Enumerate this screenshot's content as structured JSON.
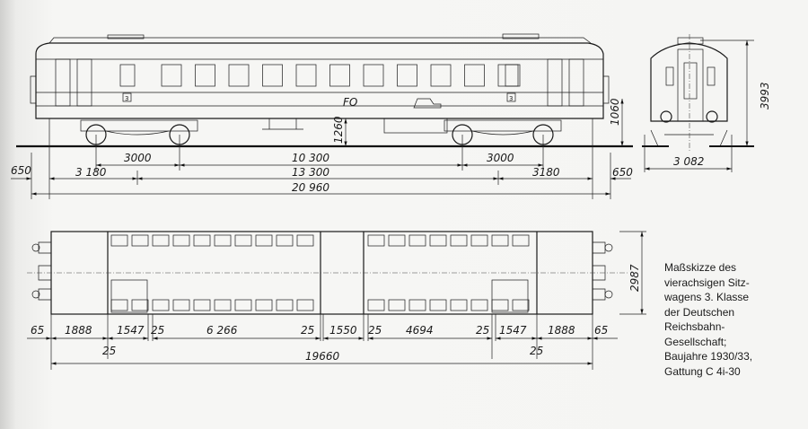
{
  "side_view": {
    "marking": "FO",
    "class_sign": "3",
    "dims": {
      "bogie_a": "3000",
      "bogie_centres": "10 300",
      "bogie_b": "3000",
      "overhang_left": "3 180",
      "overhang_right": "3180",
      "frame_length": "13 300",
      "buffer_left": "650",
      "buffer_right": "650",
      "overall": "20 960",
      "floor_height": "1260",
      "buffer_height": "1060"
    }
  },
  "end_view": {
    "dims": {
      "height": "3993",
      "width": "3 082"
    }
  },
  "plan_view": {
    "dims": {
      "end_left": "65",
      "vest_left": "1888",
      "wc_left": "1547",
      "wall1": "25",
      "saloon1": "6 266",
      "wall2": "25",
      "mid": "1550",
      "wall3": "25",
      "saloon2": "4694",
      "wall4": "25",
      "wc_right": "1547",
      "vest_right": "1888",
      "end_right": "65",
      "wall_low_left": "25",
      "wall_low_right": "25",
      "overall": "19660",
      "width": "2987"
    }
  },
  "caption": [
    "Maßskizze des",
    "vierachsigen Sitz-",
    "wagens 3. Klasse",
    "der Deutschen",
    "Reichsbahn-",
    "Gesellschaft;",
    "Baujahre 1930/33,",
    "Gattung C 4i-30"
  ]
}
